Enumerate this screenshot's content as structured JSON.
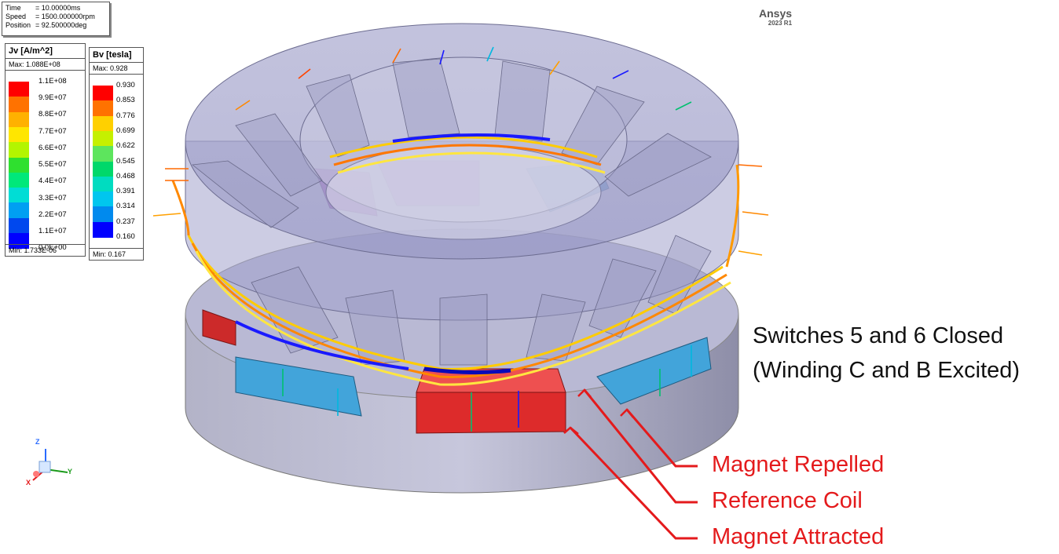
{
  "info": {
    "time_label": "Time",
    "time_value": "= 10.00000ms",
    "speed_label": "Speed",
    "speed_value": "= 1500.000000rpm",
    "position_label": "Position",
    "position_value": "= 92.500000deg"
  },
  "legend_jv": {
    "title": "Jv [A/m^2]",
    "max": "Max:   1.088E+08",
    "min": "Min:   1.733E-06",
    "ticks": [
      "1.1E+08",
      "9.9E+07",
      "8.8E+07",
      "7.7E+07",
      "6.6E+07",
      "5.5E+07",
      "4.4E+07",
      "3.3E+07",
      "2.2E+07",
      "1.1E+07",
      "0.0E+00"
    ],
    "colors": [
      "#ff0000",
      "#ff7200",
      "#ffb100",
      "#ffe600",
      "#b3f500",
      "#2fe02f",
      "#00e87a",
      "#00ddd5",
      "#009ff2",
      "#0048ee",
      "#0000ff"
    ]
  },
  "legend_bv": {
    "title": "Bv [tesla]",
    "max": "Max: 0.928",
    "min": "Min: 0.167",
    "ticks": [
      "0.930",
      "0.853",
      "0.776",
      "0.699",
      "0.622",
      "0.545",
      "0.468",
      "0.391",
      "0.314",
      "0.237",
      "0.160"
    ],
    "colors": [
      "#ff0000",
      "#ff7200",
      "#ffd000",
      "#c5f000",
      "#5de55d",
      "#00d86a",
      "#00dcc0",
      "#00c6ee",
      "#008aee",
      "#0000ff"
    ]
  },
  "brand": {
    "name": "Ansys",
    "version": "2023 R1"
  },
  "caption": {
    "line1": "Switches 5 and 6 Closed",
    "line2": "(Winding C and B Excited)"
  },
  "labels": {
    "repelled": "Magnet Repelled",
    "coil": "Reference Coil",
    "attracted": "Magnet Attracted",
    "color": "#e41a1c"
  },
  "axes": {
    "x": "X",
    "y": "Y",
    "z": "Z"
  }
}
